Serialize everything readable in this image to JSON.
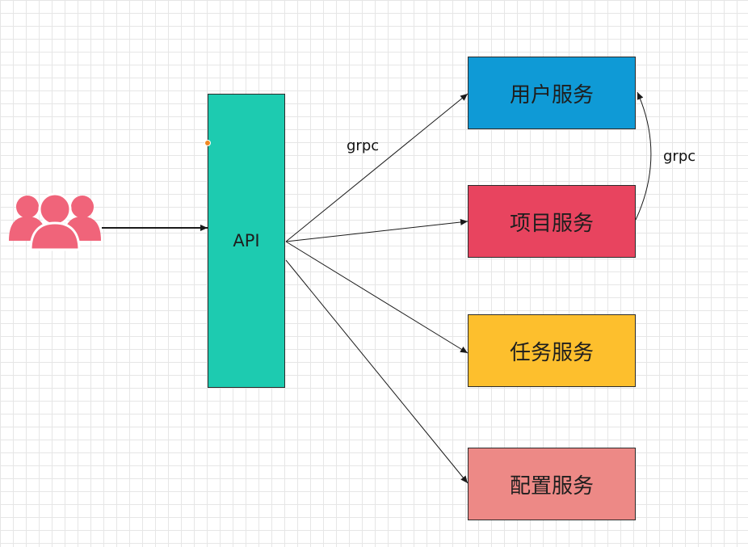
{
  "nodes": {
    "api": {
      "label": "API",
      "color": "#1dcbb0"
    },
    "user_service": {
      "label": "用户服务",
      "color": "#0f9ad6"
    },
    "project_service": {
      "label": "项目服务",
      "color": "#e8445f"
    },
    "task_service": {
      "label": "任务服务",
      "color": "#fdbf2d"
    },
    "config_service": {
      "label": "配置服务",
      "color": "#ed8986"
    }
  },
  "edges": {
    "api_to_services_label": "grpc",
    "project_to_user_label": "grpc"
  },
  "icons": {
    "users": {
      "name": "users-group-icon",
      "color": "#f0647a"
    }
  }
}
